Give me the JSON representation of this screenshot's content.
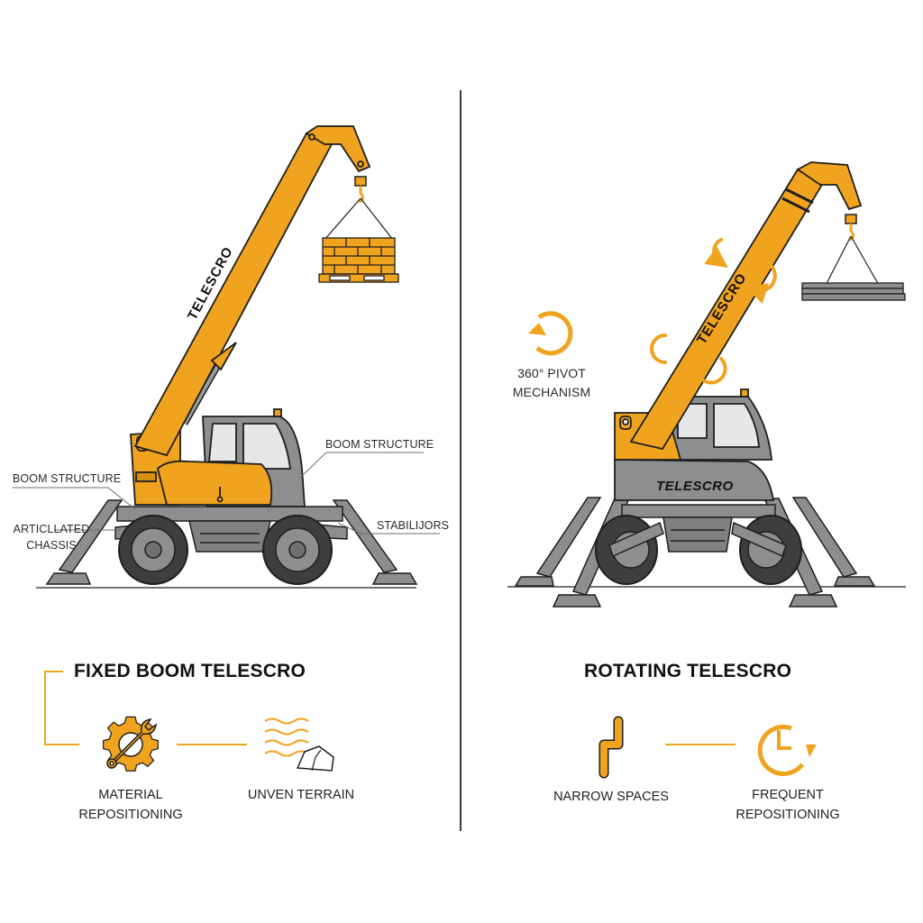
{
  "colors": {
    "accent": "#F0A31E",
    "accent_dark": "#D98E10",
    "machine_gray": "#8C8E90",
    "machine_gray_dark": "#5E6163",
    "outline": "#1E1E1E",
    "text": "#222222",
    "divider": "#3A3A3A"
  },
  "left_panel": {
    "boom_text": "TELESCRO",
    "callouts": {
      "boom_structure_left": "BOOM STRUCTURE",
      "articulated_chassis": [
        "ARTICLLATED",
        "CHASSIS"
      ],
      "boom_structure_right": "BOOM STRUCTURE",
      "stabilizers": "STABILIJORS"
    },
    "load": "brick-pallet",
    "title": "FIXED BOOM TELESCRO",
    "features": [
      {
        "icon": "gear-wrench-icon",
        "label": [
          "MATERIAL",
          "REPOSITIONING"
        ]
      },
      {
        "icon": "uneven-terrain-icon",
        "label": [
          "UNVEN TERRAIN"
        ]
      }
    ]
  },
  "right_panel": {
    "boom_text": "TELESCRO",
    "body_text": "TELESCRO",
    "callouts": {
      "pivot": [
        "360° PIVOT",
        "MECHANISM"
      ]
    },
    "load": "steel-plates",
    "title": "ROTATING TELESCRO",
    "features": [
      {
        "icon": "narrow-path-icon",
        "label": [
          "NARROW SPACES"
        ]
      },
      {
        "icon": "clock-rotate-icon",
        "label": [
          "FREQUENT",
          "REPOSITIONING"
        ]
      }
    ]
  }
}
